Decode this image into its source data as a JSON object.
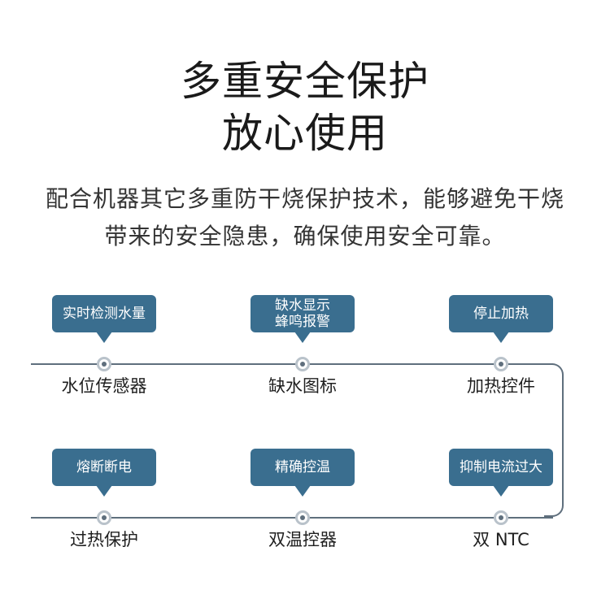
{
  "title": {
    "line1": "多重安全保护",
    "line2": "放心使用"
  },
  "description": {
    "line1": "配合机器其它多重防干烧保护技术，能够避免干烧",
    "line2": "带来的安全隐患，确保使用安全可靠。"
  },
  "flow": {
    "row1": [
      {
        "bubble": "实时检测水量",
        "label": "水位传感器"
      },
      {
        "bubble": "缺水显示\n蜂鸣报警",
        "label": "缺水图标"
      },
      {
        "bubble": "停止加热",
        "label": "加热控件"
      }
    ],
    "row2": [
      {
        "bubble": "熔断断电",
        "label": "过热保护"
      },
      {
        "bubble": "精确控温",
        "label": "双温控器"
      },
      {
        "bubble": "抑制电流过大",
        "label": "双 NTC"
      }
    ]
  },
  "colors": {
    "bubble": "#3a6e8f",
    "line": "#5f6f7d",
    "text": "#1f1f1f"
  }
}
